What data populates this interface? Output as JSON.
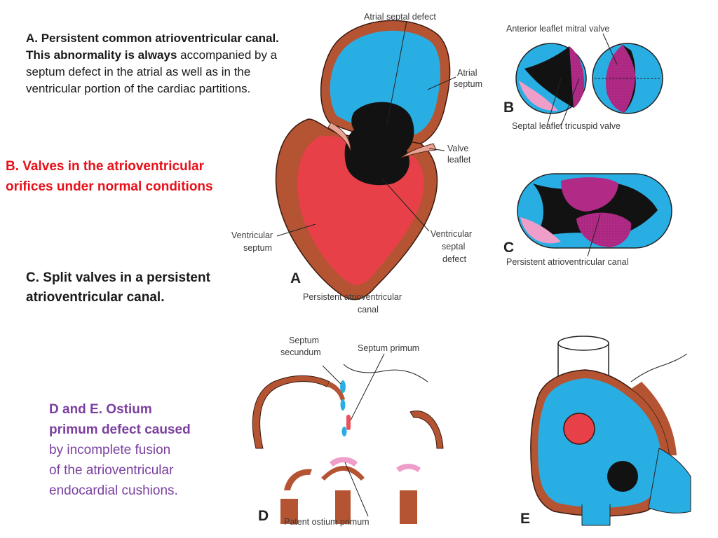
{
  "captions": {
    "a_bold": "A. Persistent common atrioventricular canal. This abnormality is always",
    "a_rest": "accompanied by a septum defect in the atrial as well as in the ventricular portion of the cardiac partitions.",
    "b_line1": "B. Valves in the atrioventricular",
    "b_line2": "orifices under normal conditions",
    "c_line1": "C. Split valves in a persistent",
    "c_line2": "atrioventricular canal.",
    "d_line1": "D and E. Ostium",
    "d_line2": "primum defect caused",
    "d_line3": "by incomplete fusion",
    "d_line4": "of the atrioventricular",
    "d_line5": "endocardial cushions."
  },
  "figure_a": {
    "letter": "A",
    "atrial_septal_defect": "Atrial septal defect",
    "atrial_septum_1": "Atrial",
    "atrial_septum_2": "septum",
    "valve_leaflet_1": "Valve",
    "valve_leaflet_2": "leaflet",
    "ventricular_septum_1": "Ventricular",
    "ventricular_septum_2": "septum",
    "vsd_1": "Ventricular",
    "vsd_2": "septal",
    "vsd_3": "defect",
    "caption_1": "Persistent atrioventricular",
    "caption_2": "canal"
  },
  "figure_b": {
    "letter": "B",
    "anterior_leaflet": "Anterior leaflet mitral valve",
    "septal_leaflet": "Septal leaflet tricuspid valve"
  },
  "figure_c": {
    "letter": "C",
    "caption": "Persistent atrioventricular canal"
  },
  "figure_d": {
    "letter": "D",
    "septum_secundum_1": "Septum",
    "septum_secundum_2": "secundum",
    "septum_primum": "Septum primum",
    "caption": "Patent ostium primum"
  },
  "figure_e": {
    "letter": "E"
  },
  "colors": {
    "blue": "#29aee3",
    "red": "#e84048",
    "brown": "#b45432",
    "magenta": "#b02a86",
    "pink": "#ee9ec8",
    "black": "#121212",
    "caption_red": "#e8111a",
    "caption_purple": "#7a3fa0"
  }
}
